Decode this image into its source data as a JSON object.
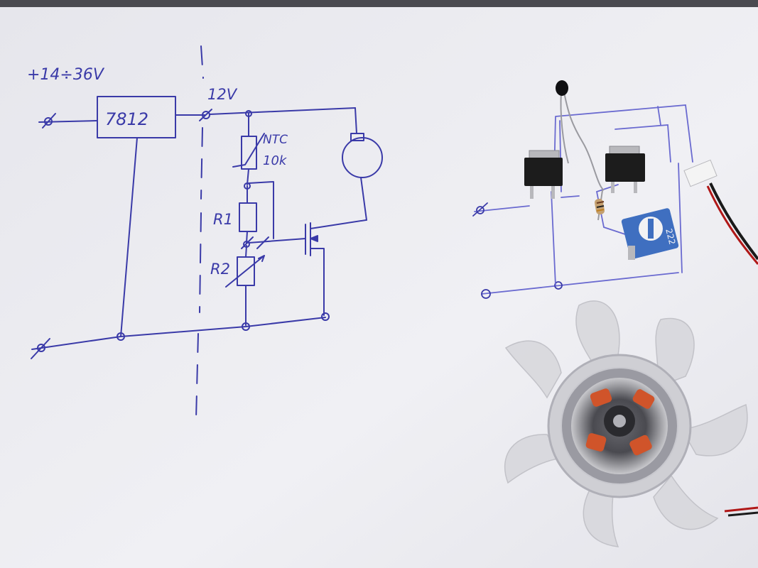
{
  "labels": {
    "supply": "+14÷36V",
    "regulator": "7812",
    "out_voltage": "12V",
    "ntc_name": "NTC",
    "ntc_value": "10k",
    "r1": "R1",
    "r2": "R2",
    "trimmer_code": "222"
  },
  "colors": {
    "paper": "#eeeef2",
    "ink": "#3a3aa8",
    "ink_light": "#6a6ad0",
    "mosfet_body": "#1c1c1c",
    "mosfet_tab": "#b8b8bc",
    "trimmer": "#3f6fc0",
    "fan_coil": "#d0542a",
    "wire_red": "#b01818"
  }
}
